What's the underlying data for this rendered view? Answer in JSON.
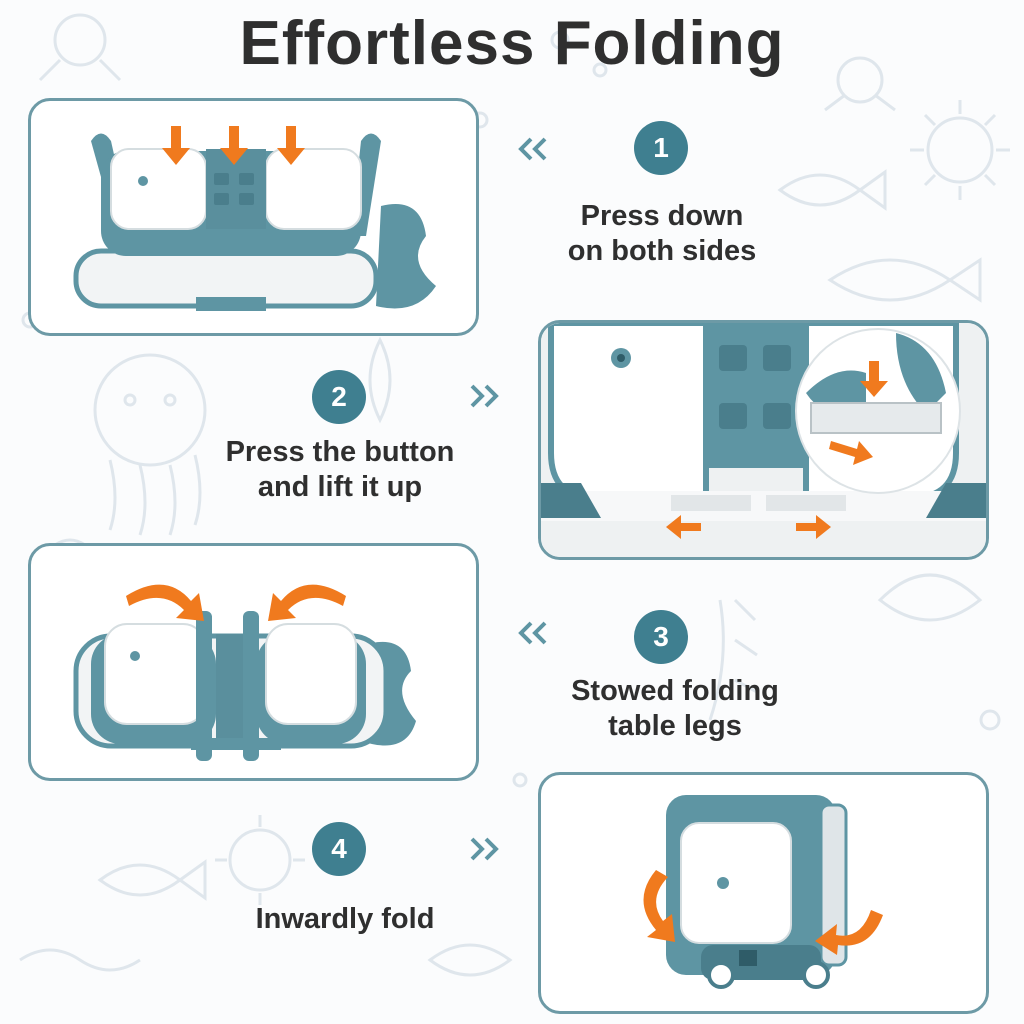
{
  "title": "Effortless Folding",
  "steps": [
    {
      "number": "1",
      "caption_lines": [
        "Press down",
        "on both sides"
      ]
    },
    {
      "number": "2",
      "caption_lines": [
        "Press the button",
        "and lift it up"
      ]
    },
    {
      "number": "3",
      "caption_lines": [
        "Stowed folding",
        "table legs"
      ]
    },
    {
      "number": "4",
      "caption_lines": [
        "Inwardly fold"
      ]
    }
  ],
  "colors": {
    "accent": "#3f7f90",
    "tub_teal": "#5e95a3",
    "arrow_orange": "#f07a1e",
    "panel_border": "#6d9aa6",
    "background_doodle": "#dfe6ec"
  }
}
